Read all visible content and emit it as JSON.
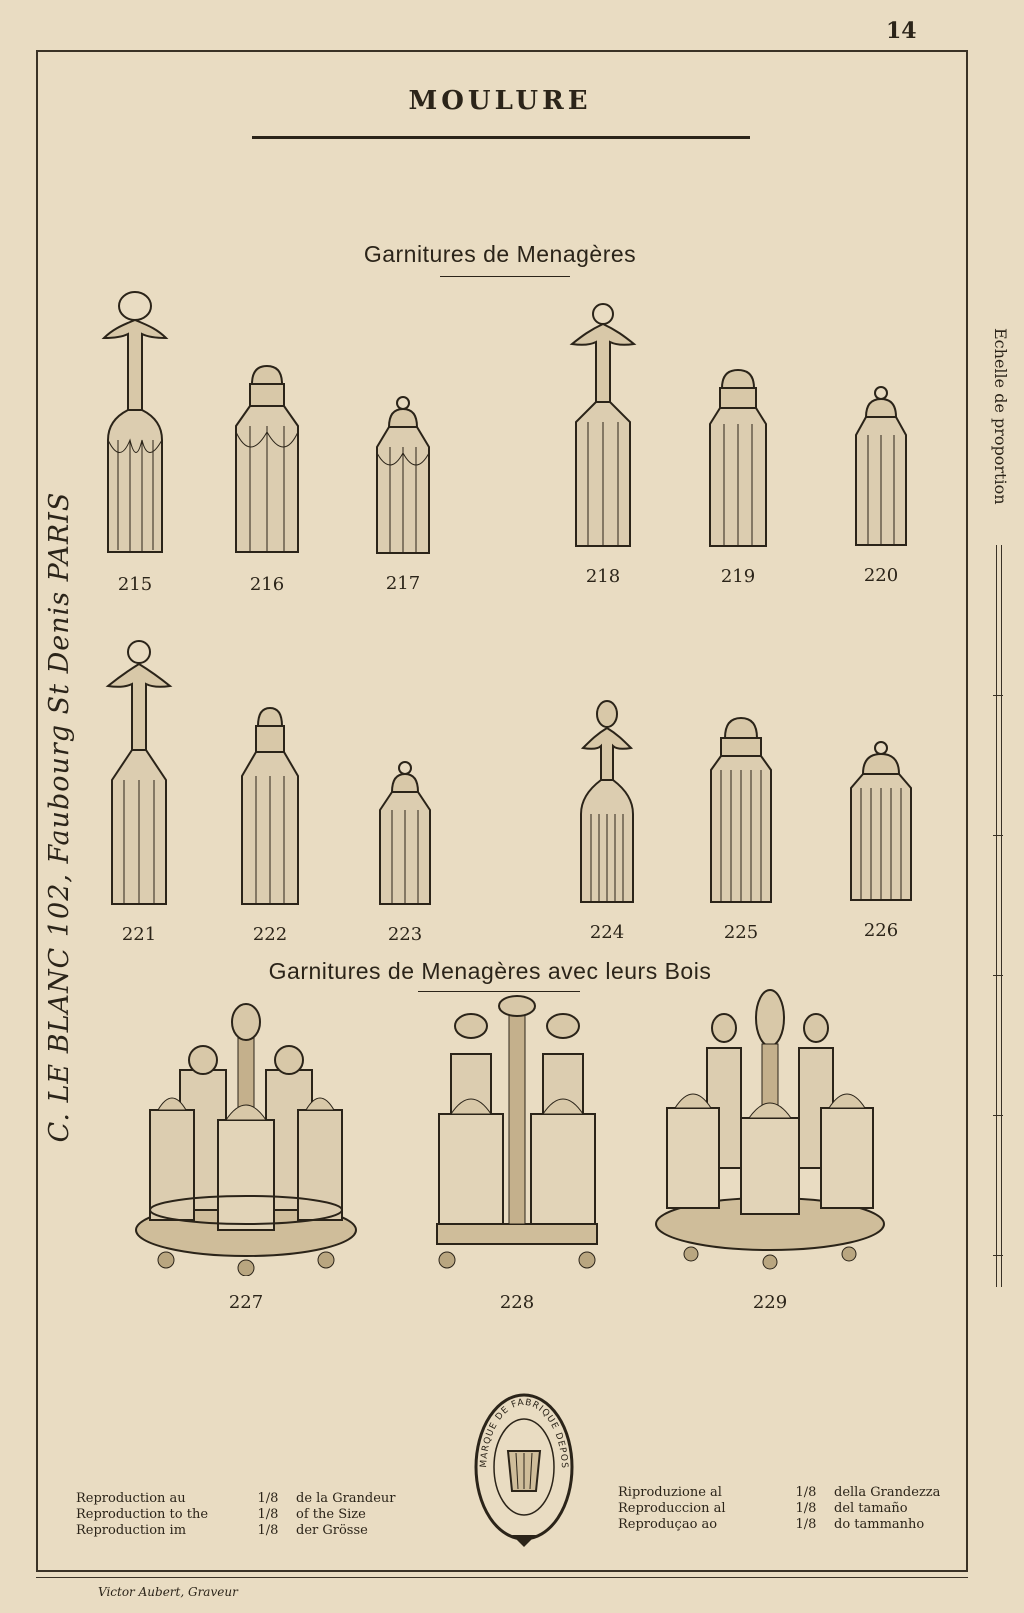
{
  "page_number": "14",
  "title": "MOULURE",
  "sections": {
    "menageres": "Garnitures de Menagères",
    "avec_bois": "Garnitures de Menagères avec leurs Bois"
  },
  "items_row1": [
    "215",
    "216",
    "217",
    "218",
    "219",
    "220"
  ],
  "items_row2": [
    "221",
    "222",
    "223",
    "224",
    "225",
    "226"
  ],
  "sets": [
    "227",
    "228",
    "229"
  ],
  "side_text": "C. LE BLANC 102, Faubourg St Denis PARIS",
  "scale_label": "Echelle de proportion",
  "reproduction_left": [
    {
      "a": "Reproduction au",
      "fraction": "1/8",
      "b": "de la Grandeur"
    },
    {
      "a": "Reproduction to the",
      "fraction": "1/8",
      "b": "of the Size"
    },
    {
      "a": "Reproduction im",
      "fraction": "1/8",
      "b": "der Grösse"
    }
  ],
  "reproduction_right": [
    {
      "a": "Riproduzione al",
      "fraction": "1/8",
      "b": "della Grandezza"
    },
    {
      "a": "Reproduccion al",
      "fraction": "1/8",
      "b": "del tamaño"
    },
    {
      "a": "Reproduçao ao",
      "fraction": "1/8",
      "b": "do tammanho"
    }
  ],
  "trademark": "MARQUE DE FABRIQUE DEPOSEE",
  "engraver": "Victor Aubert, Graveur",
  "colors": {
    "paper": "#e9dcc2",
    "ink": "#2b2419"
  }
}
